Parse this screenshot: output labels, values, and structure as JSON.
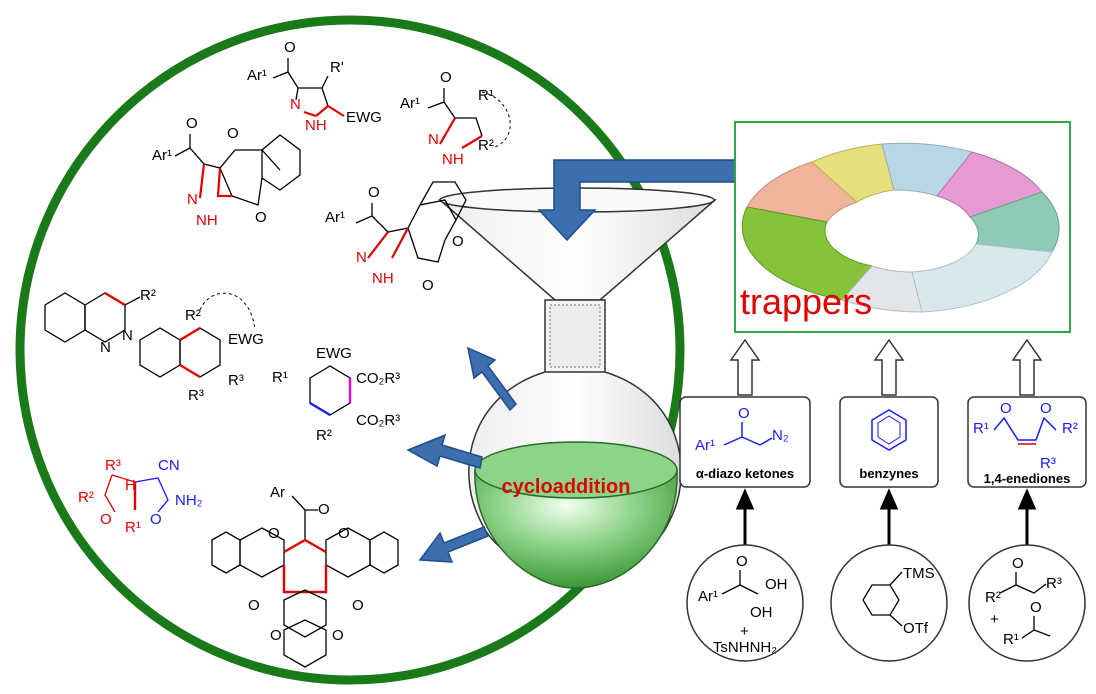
{
  "colors": {
    "ring": "#1a7a1a",
    "arrow": "#3d6fb0",
    "arrow_edge": "#1f4f8a",
    "frame": "#2aa84a",
    "red": "#e00000",
    "blue": "#1a1aff",
    "flask_green": "#3aa836"
  },
  "center": {
    "label": "cycloaddition"
  },
  "trappers": {
    "label": "trappers"
  },
  "precursors": [
    {
      "label": "α-diazo ketones"
    },
    {
      "label": "benzynes"
    },
    {
      "label": "1,4-enediones"
    }
  ],
  "chem": {
    "ar1": "Ar¹",
    "ar": "Ar",
    "r": "R'",
    "r1": "R¹",
    "r2": "R²",
    "r3": "R³",
    "ewg": "EWG",
    "n": "N",
    "nh": "NH",
    "h": "H",
    "o": "O",
    "cn": "CN",
    "nh2": "NH₂",
    "co2r3": "CO₂R³",
    "n2": "N₂",
    "oh": "OH",
    "plus": "+",
    "tsnhnh2": "TsNHNH₂",
    "tms": "TMS",
    "otf": "OTf"
  }
}
